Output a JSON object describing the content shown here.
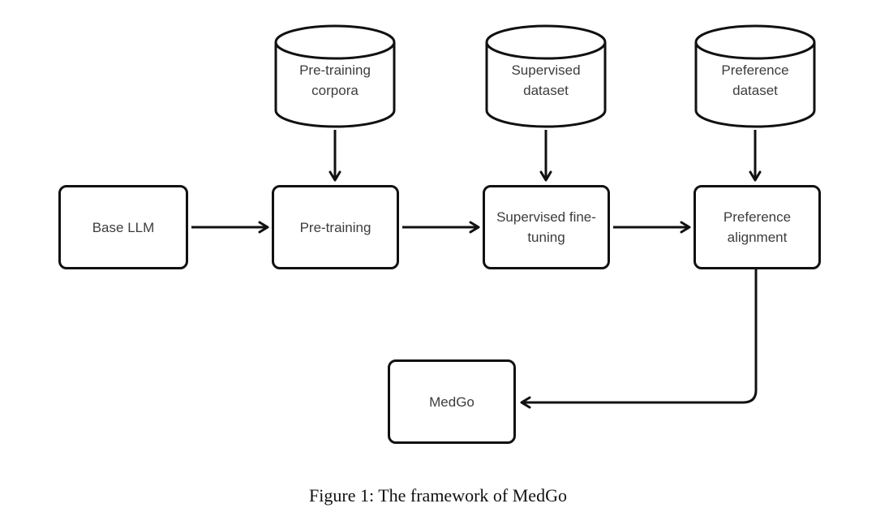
{
  "figure": {
    "caption": "Figure 1: The framework of MedGo"
  },
  "diagram": {
    "datastores": [
      {
        "id": "pretraining-corpora",
        "label": "Pre-training corpora"
      },
      {
        "id": "supervised-dataset",
        "label": "Supervised dataset"
      },
      {
        "id": "preference-dataset",
        "label": "Preference dataset"
      }
    ],
    "stages": [
      {
        "id": "base-llm",
        "label": "Base LLM"
      },
      {
        "id": "pre-training",
        "label": "Pre-training"
      },
      {
        "id": "supervised-fine-tuning",
        "label": "Supervised fine-tuning"
      },
      {
        "id": "preference-alignment",
        "label": "Preference alignment"
      }
    ],
    "output": {
      "id": "medgo",
      "label": "MedGo"
    },
    "connections": [
      {
        "from": "pretraining-corpora",
        "to": "pre-training"
      },
      {
        "from": "supervised-dataset",
        "to": "supervised-fine-tuning"
      },
      {
        "from": "preference-dataset",
        "to": "preference-alignment"
      },
      {
        "from": "base-llm",
        "to": "pre-training"
      },
      {
        "from": "pre-training",
        "to": "supervised-fine-tuning"
      },
      {
        "from": "supervised-fine-tuning",
        "to": "preference-alignment"
      },
      {
        "from": "preference-alignment",
        "to": "medgo"
      }
    ]
  },
  "colors": {
    "line": "#111111",
    "node_text": "#3d3d3d",
    "caption_text": "#111111",
    "background": "#ffffff"
  }
}
